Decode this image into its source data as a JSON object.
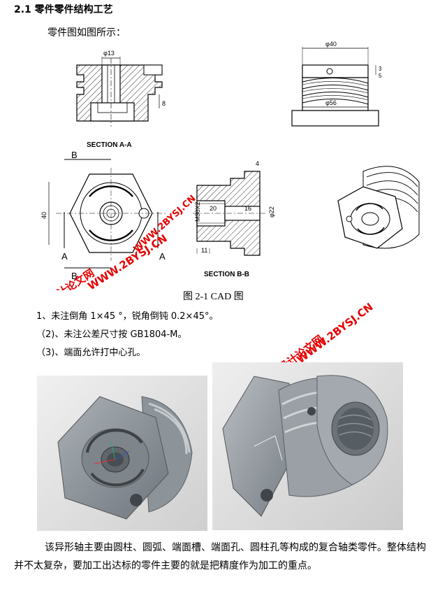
{
  "section": {
    "heading": "2.1 零件零件结构工艺",
    "intro": "零件图如图所示："
  },
  "figure": {
    "caption": "图 2-1 CAD 图",
    "section_aa": "SECTION A-A",
    "section_bb": "SECTION B-B",
    "label_b": "B",
    "label_a": "A",
    "dim_phi13": "φ13",
    "dim_8": "8",
    "dim_phi40": "φ40",
    "dim_phi56": "φ56",
    "dim_3": "3",
    "dim_5": "5",
    "dim_40": "40",
    "dim_4": "4",
    "dim_20": "20",
    "dim_16": "16",
    "dim_m30": "M30X2",
    "dim_phi22": "φ22",
    "dim_11": "11"
  },
  "notes": {
    "n1": "1、未注倒角 1×45 °，锐角倒钝 0.2×45°。",
    "n2": "（2)、未注公差尺寸按 GB1804-M。",
    "n3": "（3)、端面允许打中心孔。"
  },
  "watermarks": {
    "w1_cn": "毕业设计论文网",
    "w1_url": "WWW.2BYSJ.CN",
    "w2_cn": "毕业设计论文网",
    "w2_url": "WWW.2BYSJ.CN",
    "w3_url": "WWW.2BYSJ.CN"
  },
  "paragraph": {
    "text": "该异形轴主要由圆柱、圆弧、端面槽、端面孔、圆柱孔等构成的复合轴类零件。整体结构并不太复杂，要加工出达标的零件主要的就是把精度作为加工的重点。"
  }
}
